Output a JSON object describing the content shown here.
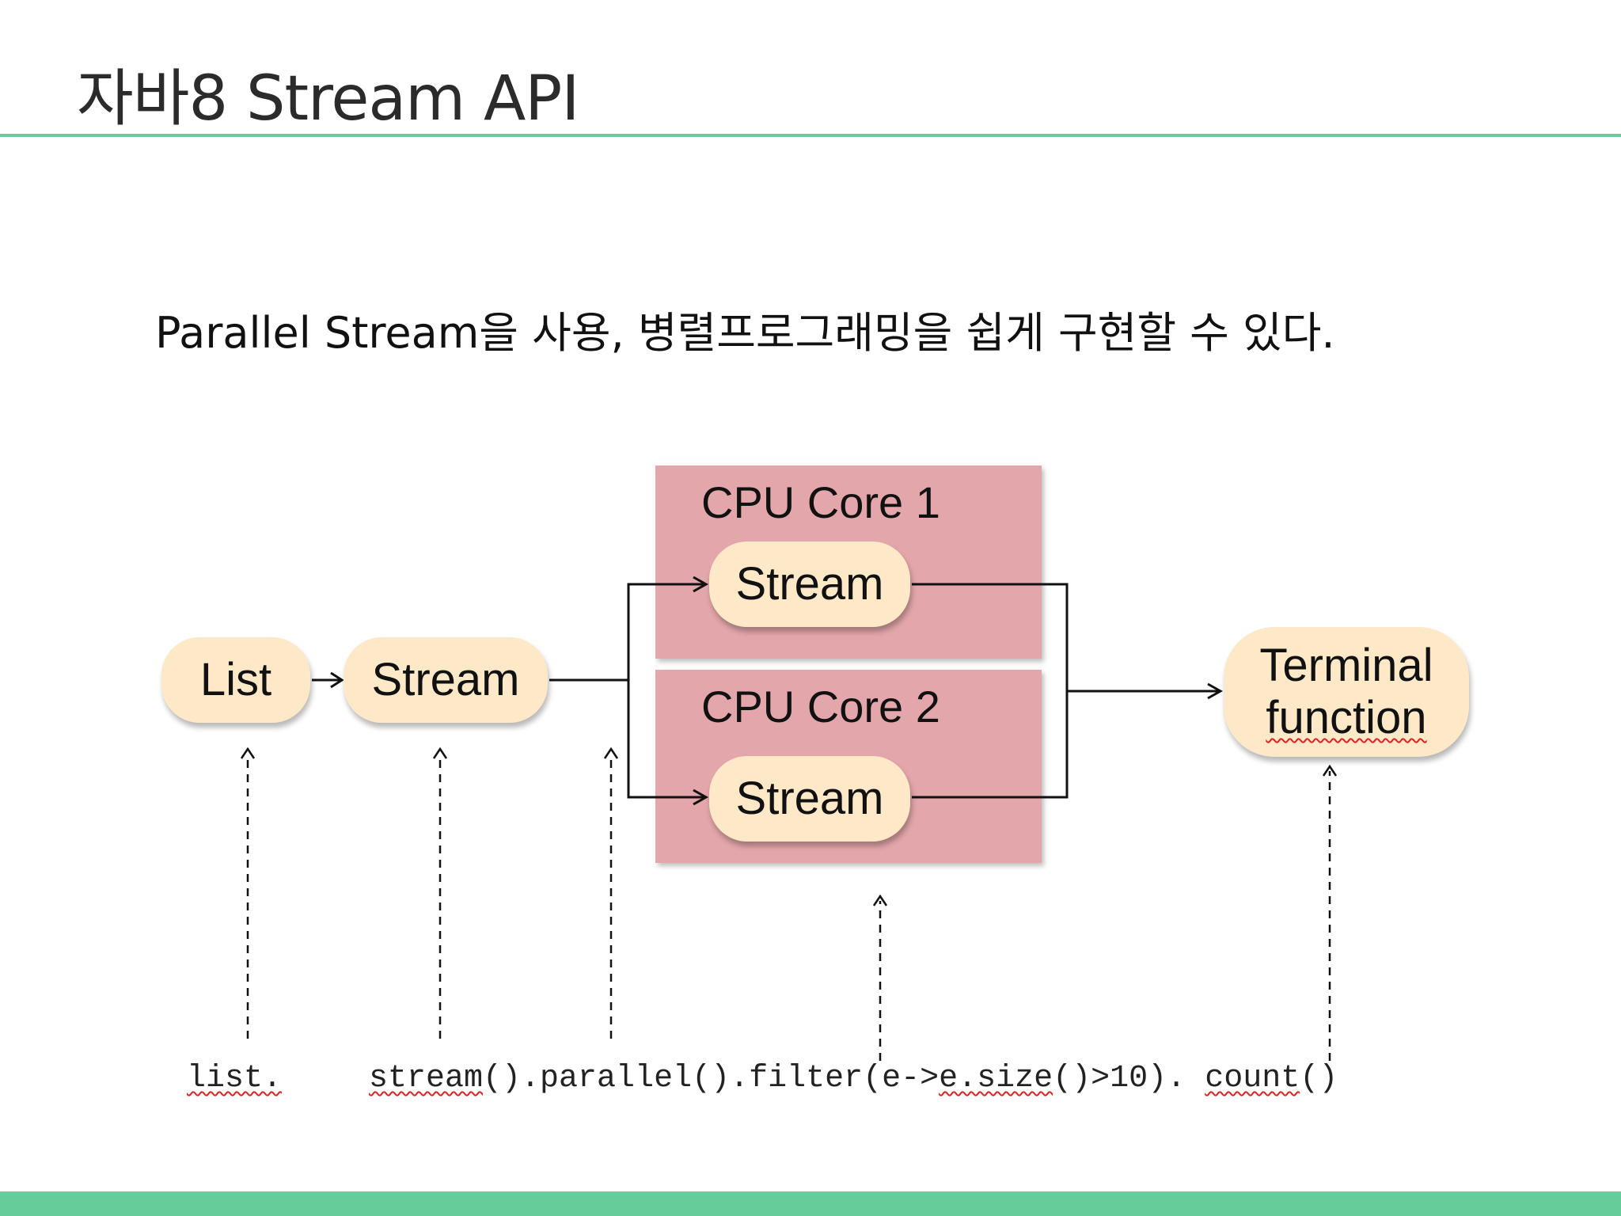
{
  "slide": {
    "title": "자바8 Stream API",
    "subtitle": "Parallel Stream을 사용, 병렬프로그래밍을 쉽게 구현할 수 있다.",
    "accent_color": "#66cc99"
  },
  "diagram": {
    "nodes": {
      "list": "List",
      "stream": "Stream",
      "core1_label": "CPU Core 1",
      "core1_stream": "Stream",
      "core2_label": "CPU Core 2",
      "core2_stream": "Stream",
      "terminal_line1": "Terminal",
      "terminal_line2": "function"
    },
    "colors": {
      "pill_fill": "#fde8c8",
      "core_fill": "#e3a6aa"
    }
  },
  "code": {
    "list_part": "list.",
    "chain": {
      "p1": "stream",
      "p2": "().parallel().filter(e->",
      "p3": "e.size",
      "p4": "()>10). ",
      "p5": "count",
      "p6": "()"
    }
  }
}
